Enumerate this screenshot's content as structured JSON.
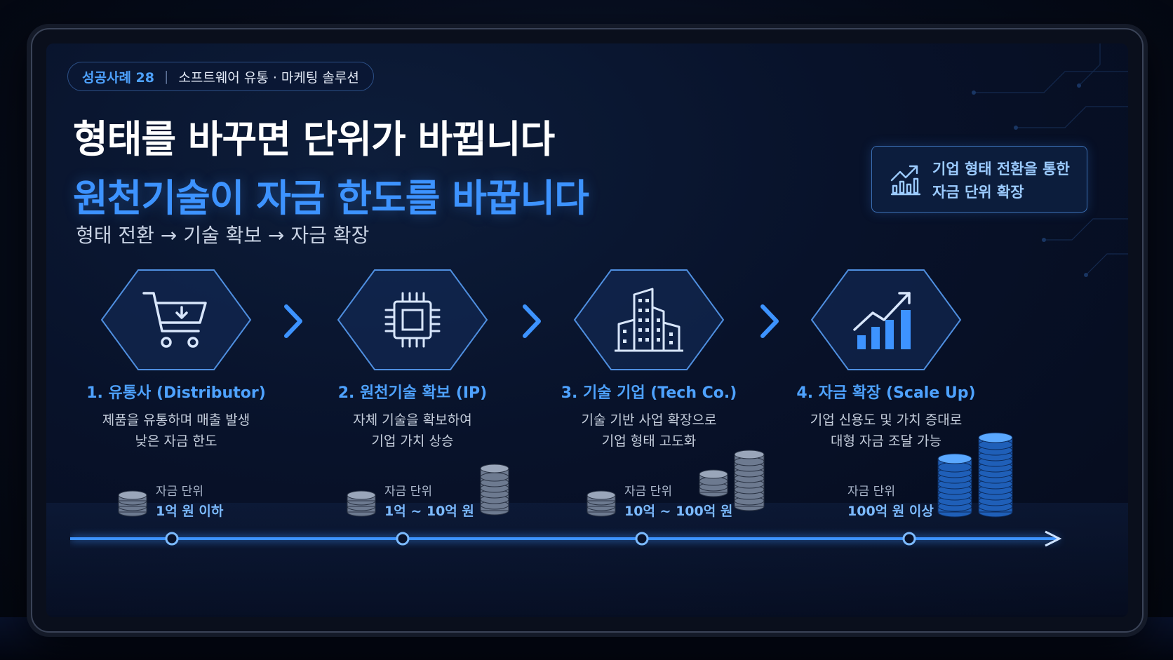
{
  "badge": {
    "case_label": "성공사례 28",
    "separator": "|",
    "topic": "소프트웨어 유통 · 마케팅 솔루션"
  },
  "headline": {
    "line1": "형태를 바꾸면 단위가 바뀝니다",
    "line2": "원천기술이 자금 한도를 바꿉니다",
    "flow": "형태 전환 → 기술 확보 → 자금 확장"
  },
  "callout": {
    "icon": "growth-chart-icon",
    "line1": "기업 형태 전환을 통한",
    "line2": "자금 단위 확장"
  },
  "stages": [
    {
      "icon": "shopping-cart-icon",
      "title": "1. 유통사 (Distributor)",
      "desc1": "제품을 유통하며 매출 발생",
      "desc2": "낮은 자금 한도",
      "unit_label": "자금 단위",
      "unit_value": "1억 원 이하"
    },
    {
      "icon": "chip-icon",
      "title": "2. 원천기술 확보 (IP)",
      "desc1": "자체 기술을 확보하여",
      "desc2": "기업 가치 상승",
      "unit_label": "자금 단위",
      "unit_value": "1억 ~ 10억 원"
    },
    {
      "icon": "building-icon",
      "title": "3. 기술 기업 (Tech Co.)",
      "desc1": "기술 기반 사업 확장으로",
      "desc2": "기업 형태 고도화",
      "unit_label": "자금 단위",
      "unit_value": "10억 ~ 100억 원"
    },
    {
      "icon": "bar-growth-icon",
      "title": "4. 자금 확장 (Scale Up)",
      "desc1": "기업 신용도 및 가치 증대로",
      "desc2": "대형 자금 조달 가능",
      "unit_label": "자금 단위",
      "unit_value": "100억 원 이상"
    }
  ],
  "colors": {
    "accent": "#3d93ff",
    "accent_light": "#7cbaff",
    "background": "#08122a",
    "text": "#ffffff"
  }
}
